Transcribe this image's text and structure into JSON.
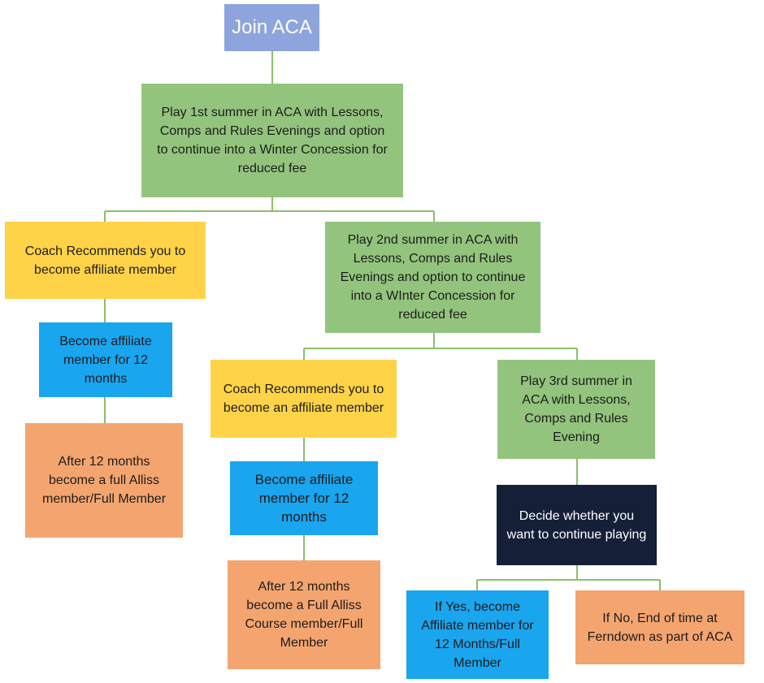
{
  "colors": {
    "title_box": "#8ea4dc",
    "green_box": "#93c47d",
    "yellow_box": "#ffd348",
    "blue_box": "#1aa5ef",
    "orange_box": "#f4a56f",
    "dark_box": "#152038",
    "connector": "#8cbf6a"
  },
  "nodes": {
    "join": "Join ACA",
    "first_summer": "Play 1st summer in ACA with Lessons, Comps and Rules Evenings and option to continue into a Winter Concession for reduced fee",
    "coach_left": "Coach Recommends you to become affiliate member",
    "second_summer": "Play 2nd summer in ACA with Lessons, Comps and Rules Evenings and option to continue into a WInter Concession for reduced fee",
    "affiliate_left": "Become affiliate member for 12 months",
    "full_left": "After 12 months become a full Alliss member/Full Member",
    "coach_mid": "Coach Recommends you to become an affiliate member",
    "third_summer": "Play 3rd summer in ACA with Lessons, Comps and Rules Evening",
    "affiliate_mid": "Become affiliate member for 12 months",
    "full_mid": "After 12 months become a Full Alliss Course member/Full Member",
    "decide": "Decide whether you want to continue playing",
    "if_yes": "If Yes, become Affiliate member for 12 Months/Full Member",
    "if_no": "If No, End of time at Ferndown as part of ACA"
  }
}
